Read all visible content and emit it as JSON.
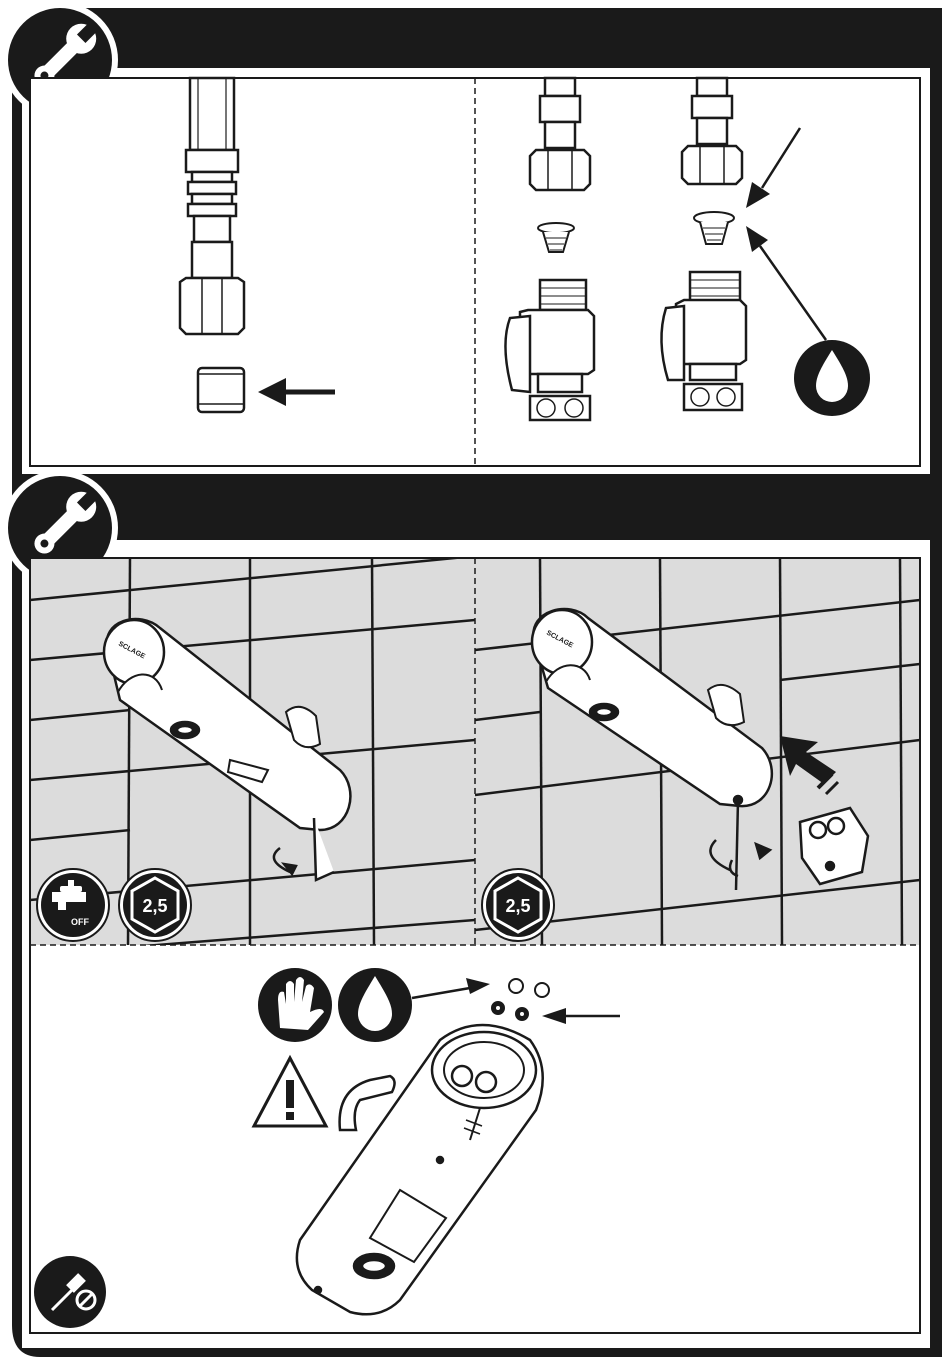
{
  "badges": {
    "hex_size_left": "2,5",
    "hex_size_right": "2,5",
    "water_off_label": "OFF"
  },
  "brand": {
    "faucet_logo_text": "SCLAGE"
  },
  "icons": {
    "section1": "wrench-icon",
    "section2": "wrench-icon",
    "water_drop": "water-drop-icon",
    "water_off": "tap-off-icon",
    "hex_key": "hex-key-icon",
    "clean_hands": "clean-hands-icon",
    "warning": "warning-triangle-icon",
    "tools": "screwdriver-icon"
  },
  "colors": {
    "ink": "#1a1a1a",
    "tile_bg": "#dcdcdc",
    "tile_line": "#1a1a1a",
    "white": "#ffffff"
  }
}
